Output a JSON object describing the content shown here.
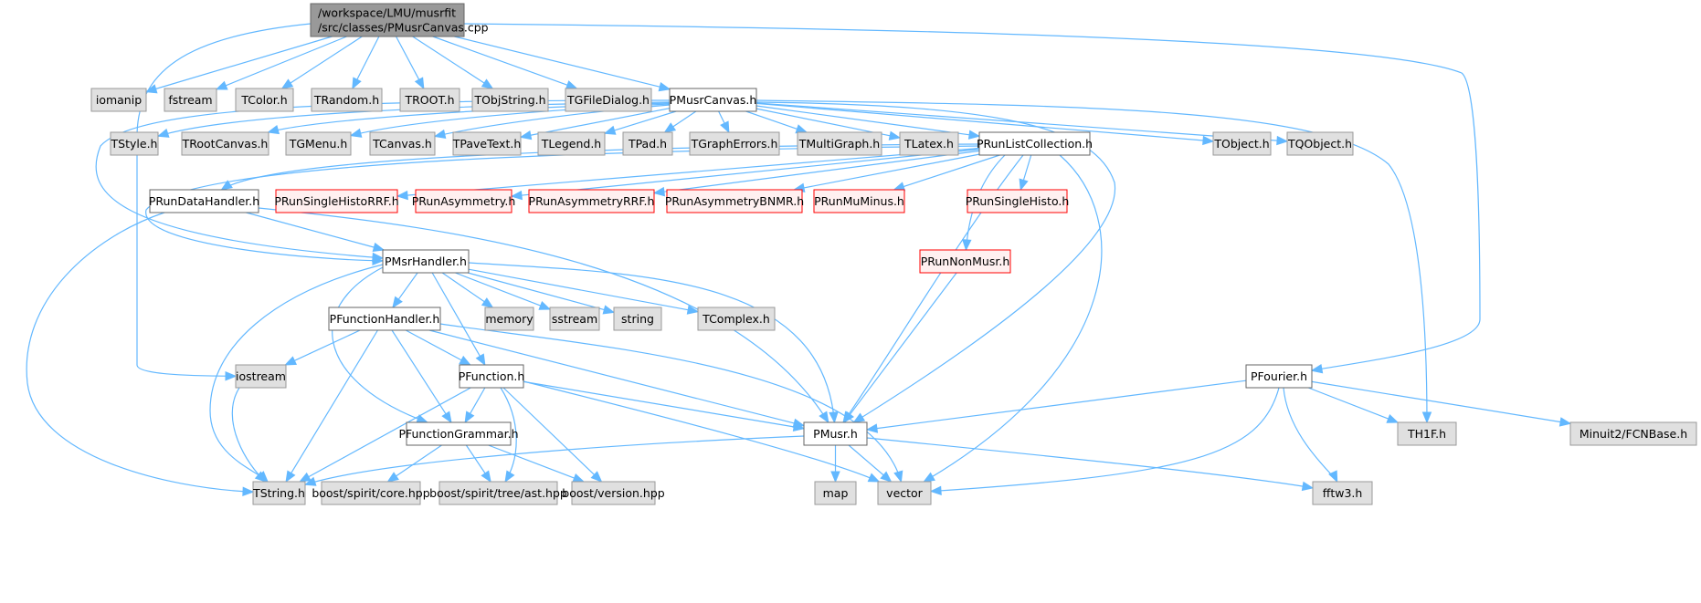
{
  "title": "Include dependency graph for PMusrCanvas.cpp",
  "colors": {
    "edge": "#63b8ff",
    "root_fill": "#999999",
    "root_stroke": "#666666",
    "internal_fill": "#ffffff",
    "internal_stroke": "#666666",
    "system_fill": "#e0e0e0",
    "system_stroke": "#999999",
    "missing_fill": "#fff0f0",
    "missing_stroke": "#ff0000"
  },
  "nodes": [
    {
      "id": "root",
      "label": [
        "/workspace/LMU/musrfit",
        "/src/classes/PMusrCanvas.cpp"
      ],
      "kind": "root"
    },
    {
      "id": "iomanip",
      "label": [
        "iomanip"
      ],
      "kind": "system"
    },
    {
      "id": "fstream",
      "label": [
        "fstream"
      ],
      "kind": "system"
    },
    {
      "id": "TColor",
      "label": [
        "TColor.h"
      ],
      "kind": "system"
    },
    {
      "id": "TRandom",
      "label": [
        "TRandom.h"
      ],
      "kind": "system"
    },
    {
      "id": "TROOT",
      "label": [
        "TROOT.h"
      ],
      "kind": "system"
    },
    {
      "id": "TObjString",
      "label": [
        "TObjString.h"
      ],
      "kind": "system"
    },
    {
      "id": "TGFileDialog",
      "label": [
        "TGFileDialog.h"
      ],
      "kind": "system"
    },
    {
      "id": "PMusrCanvas",
      "label": [
        "PMusrCanvas.h"
      ],
      "kind": "internal"
    },
    {
      "id": "TStyle",
      "label": [
        "TStyle.h"
      ],
      "kind": "system"
    },
    {
      "id": "TRootCanvas",
      "label": [
        "TRootCanvas.h"
      ],
      "kind": "system"
    },
    {
      "id": "TGMenu",
      "label": [
        "TGMenu.h"
      ],
      "kind": "system"
    },
    {
      "id": "TCanvas",
      "label": [
        "TCanvas.h"
      ],
      "kind": "system"
    },
    {
      "id": "TPaveText",
      "label": [
        "TPaveText.h"
      ],
      "kind": "system"
    },
    {
      "id": "TLegend",
      "label": [
        "TLegend.h"
      ],
      "kind": "system"
    },
    {
      "id": "TPad",
      "label": [
        "TPad.h"
      ],
      "kind": "system"
    },
    {
      "id": "TGraphErrors",
      "label": [
        "TGraphErrors.h"
      ],
      "kind": "system"
    },
    {
      "id": "TMultiGraph",
      "label": [
        "TMultiGraph.h"
      ],
      "kind": "system"
    },
    {
      "id": "TLatex",
      "label": [
        "TLatex.h"
      ],
      "kind": "system"
    },
    {
      "id": "PRunListCollection",
      "label": [
        "PRunListCollection.h"
      ],
      "kind": "internal"
    },
    {
      "id": "TObject",
      "label": [
        "TObject.h"
      ],
      "kind": "system"
    },
    {
      "id": "TQObject",
      "label": [
        "TQObject.h"
      ],
      "kind": "system"
    },
    {
      "id": "PRunDataHandler",
      "label": [
        "PRunDataHandler.h"
      ],
      "kind": "internal"
    },
    {
      "id": "PRunSingleHistoRRF",
      "label": [
        "PRunSingleHistoRRF.h"
      ],
      "kind": "missing"
    },
    {
      "id": "PRunAsymmetry",
      "label": [
        "PRunAsymmetry.h"
      ],
      "kind": "missing"
    },
    {
      "id": "PRunAsymmetryRRF",
      "label": [
        "PRunAsymmetryRRF.h"
      ],
      "kind": "missing"
    },
    {
      "id": "PRunAsymmetryBNMR",
      "label": [
        "PRunAsymmetryBNMR.h"
      ],
      "kind": "missing"
    },
    {
      "id": "PRunMuMinus",
      "label": [
        "PRunMuMinus.h"
      ],
      "kind": "missing"
    },
    {
      "id": "PRunSingleHisto",
      "label": [
        "PRunSingleHisto.h"
      ],
      "kind": "missing"
    },
    {
      "id": "PMsrHandler",
      "label": [
        "PMsrHandler.h"
      ],
      "kind": "internal"
    },
    {
      "id": "PRunNonMusr",
      "label": [
        "PRunNonMusr.h"
      ],
      "kind": "missing"
    },
    {
      "id": "PFunctionHandler",
      "label": [
        "PFunctionHandler.h"
      ],
      "kind": "internal"
    },
    {
      "id": "memory",
      "label": [
        "memory"
      ],
      "kind": "system"
    },
    {
      "id": "sstream",
      "label": [
        "sstream"
      ],
      "kind": "system"
    },
    {
      "id": "string",
      "label": [
        "string"
      ],
      "kind": "system"
    },
    {
      "id": "TComplex",
      "label": [
        "TComplex.h"
      ],
      "kind": "system"
    },
    {
      "id": "iostream",
      "label": [
        "iostream"
      ],
      "kind": "system"
    },
    {
      "id": "PFunction",
      "label": [
        "PFunction.h"
      ],
      "kind": "internal"
    },
    {
      "id": "PFourier",
      "label": [
        "PFourier.h"
      ],
      "kind": "internal"
    },
    {
      "id": "PFunctionGrammar",
      "label": [
        "PFunctionGrammar.h"
      ],
      "kind": "internal"
    },
    {
      "id": "PMusr",
      "label": [
        "PMusr.h"
      ],
      "kind": "internal"
    },
    {
      "id": "TH1F",
      "label": [
        "TH1F.h"
      ],
      "kind": "system"
    },
    {
      "id": "FCNBase",
      "label": [
        "Minuit2/FCNBase.h"
      ],
      "kind": "system"
    },
    {
      "id": "TString",
      "label": [
        "TString.h"
      ],
      "kind": "system"
    },
    {
      "id": "spirit_core",
      "label": [
        "boost/spirit/core.hpp"
      ],
      "kind": "system"
    },
    {
      "id": "spirit_ast",
      "label": [
        "boost/spirit/tree/ast.hpp"
      ],
      "kind": "system"
    },
    {
      "id": "boost_version",
      "label": [
        "boost/version.hpp"
      ],
      "kind": "system"
    },
    {
      "id": "map",
      "label": [
        "map"
      ],
      "kind": "system"
    },
    {
      "id": "vector",
      "label": [
        "vector"
      ],
      "kind": "system"
    },
    {
      "id": "fftw3",
      "label": [
        "fftw3.h"
      ],
      "kind": "system"
    }
  ],
  "edges": [
    [
      "root",
      "iomanip"
    ],
    [
      "root",
      "fstream"
    ],
    [
      "root",
      "TColor"
    ],
    [
      "root",
      "TRandom"
    ],
    [
      "root",
      "TROOT"
    ],
    [
      "root",
      "TObjString"
    ],
    [
      "root",
      "TGFileDialog"
    ],
    [
      "root",
      "PMusrCanvas"
    ],
    [
      "root",
      "iostream"
    ],
    [
      "root",
      "PFourier"
    ],
    [
      "PMusrCanvas",
      "TStyle"
    ],
    [
      "PMusrCanvas",
      "TRootCanvas"
    ],
    [
      "PMusrCanvas",
      "TGMenu"
    ],
    [
      "PMusrCanvas",
      "TCanvas"
    ],
    [
      "PMusrCanvas",
      "TPaveText"
    ],
    [
      "PMusrCanvas",
      "TLegend"
    ],
    [
      "PMusrCanvas",
      "TPad"
    ],
    [
      "PMusrCanvas",
      "TGraphErrors"
    ],
    [
      "PMusrCanvas",
      "TMultiGraph"
    ],
    [
      "PMusrCanvas",
      "TLatex"
    ],
    [
      "PMusrCanvas",
      "PRunListCollection"
    ],
    [
      "PMusrCanvas",
      "TObject"
    ],
    [
      "PMusrCanvas",
      "TQObject"
    ],
    [
      "PMusrCanvas",
      "TH1F"
    ],
    [
      "PMusrCanvas",
      "PMsrHandler"
    ],
    [
      "PMusrCanvas",
      "PMusr"
    ],
    [
      "PRunListCollection",
      "PRunDataHandler"
    ],
    [
      "PRunListCollection",
      "PRunSingleHistoRRF"
    ],
    [
      "PRunListCollection",
      "PRunAsymmetry"
    ],
    [
      "PRunListCollection",
      "PRunAsymmetryRRF"
    ],
    [
      "PRunListCollection",
      "PRunAsymmetryBNMR"
    ],
    [
      "PRunListCollection",
      "PRunMuMinus"
    ],
    [
      "PRunListCollection",
      "PRunSingleHisto"
    ],
    [
      "PRunListCollection",
      "PRunNonMusr"
    ],
    [
      "PRunListCollection",
      "PMsrHandler"
    ],
    [
      "PRunListCollection",
      "PMusr"
    ],
    [
      "PRunListCollection",
      "vector"
    ],
    [
      "PRunDataHandler",
      "PMsrHandler"
    ],
    [
      "PRunDataHandler",
      "PMusr"
    ],
    [
      "PRunDataHandler",
      "TString"
    ],
    [
      "PMsrHandler",
      "PFunctionHandler"
    ],
    [
      "PMsrHandler",
      "memory"
    ],
    [
      "PMsrHandler",
      "sstream"
    ],
    [
      "PMsrHandler",
      "string"
    ],
    [
      "PMsrHandler",
      "TComplex"
    ],
    [
      "PMsrHandler",
      "PFunction"
    ],
    [
      "PMsrHandler",
      "PMusr"
    ],
    [
      "PMsrHandler",
      "TString"
    ],
    [
      "PMsrHandler",
      "PFunctionGrammar"
    ],
    [
      "PRunNonMusr",
      "PMusr"
    ],
    [
      "PFunctionHandler",
      "iostream"
    ],
    [
      "PFunctionHandler",
      "PFunction"
    ],
    [
      "PFunctionHandler",
      "PFunctionGrammar"
    ],
    [
      "PFunctionHandler",
      "PMusr"
    ],
    [
      "PFunctionHandler",
      "TString"
    ],
    [
      "PFunctionHandler",
      "vector"
    ],
    [
      "PFunction",
      "PFunctionGrammar"
    ],
    [
      "PFunction",
      "PMusr"
    ],
    [
      "PFunction",
      "TString"
    ],
    [
      "PFunction",
      "spirit_ast"
    ],
    [
      "PFunction",
      "boost_version"
    ],
    [
      "PFunction",
      "vector"
    ],
    [
      "PFunctionGrammar",
      "spirit_core"
    ],
    [
      "PFunctionGrammar",
      "spirit_ast"
    ],
    [
      "PFunctionGrammar",
      "boost_version"
    ],
    [
      "PMusr",
      "map"
    ],
    [
      "PMusr",
      "vector"
    ],
    [
      "PMusr",
      "fftw3"
    ],
    [
      "PMusr",
      "TString"
    ],
    [
      "PFourier",
      "PMusr"
    ],
    [
      "PFourier",
      "TH1F"
    ],
    [
      "PFourier",
      "FCNBase"
    ],
    [
      "PFourier",
      "fftw3"
    ],
    [
      "PFourier",
      "vector"
    ],
    [
      "iostream",
      "TString"
    ]
  ]
}
